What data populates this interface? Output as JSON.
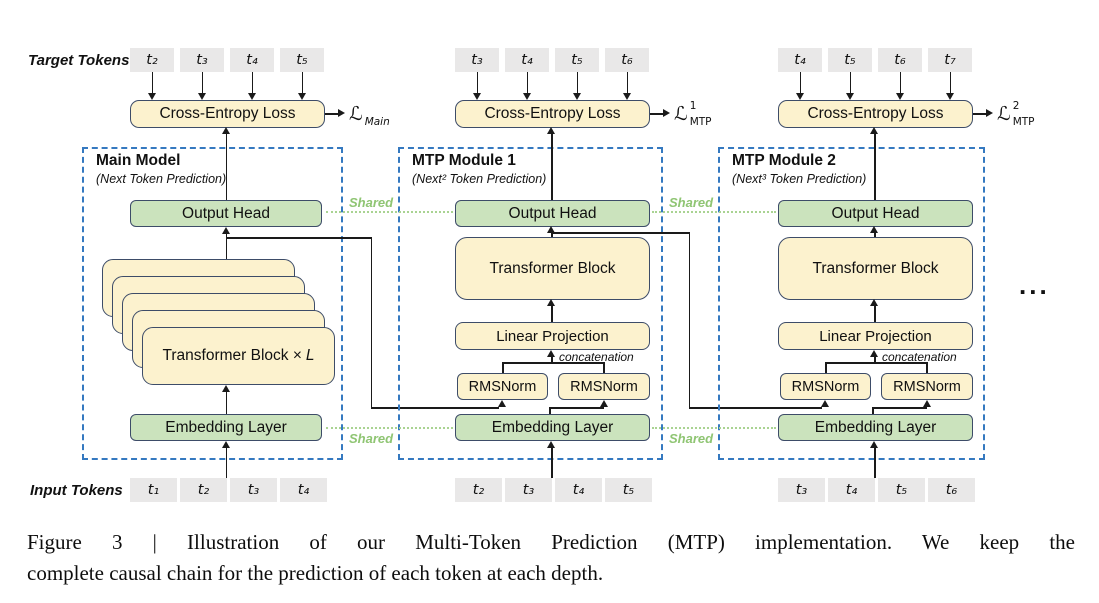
{
  "figure": {
    "target_tokens_label": "Target Tokens",
    "input_tokens_label": "Input Tokens",
    "shared_label": "Shared",
    "ellipsis": "...",
    "caption": {
      "line1": "Figure 3 | Illustration of our Multi-Token Prediction (MTP) implementation. We keep the",
      "line2": "complete causal chain for the prediction of each token at each depth."
    }
  },
  "colors": {
    "yellow": "#FCF2CE",
    "green": "#CBE3BD",
    "border": "#3D4C68",
    "gray": "#E9E8E8",
    "blue": "#3579C0",
    "shared": "#8FC573",
    "line": "#1A1A1A",
    "bg": "#FFFFFF"
  },
  "modules": [
    {
      "title": "Main Model",
      "subtitle": "(Next Token Prediction)",
      "target_tokens": [
        "t₂",
        "t₃",
        "t₄",
        "t₅"
      ],
      "input_tokens": [
        "t₁",
        "t₂",
        "t₃",
        "t₄"
      ],
      "cross_entropy_label": "Cross-Entropy Loss",
      "loss_symbol": "ℒ",
      "loss_sup": "",
      "loss_sub": "Main",
      "output_head_label": "Output Head",
      "transformer_stack_label": "Transformer Block ×",
      "transformer_stack_var": "L",
      "embedding_label": "Embedding Layer"
    },
    {
      "title": "MTP Module 1",
      "subtitle": "(Next² Token Prediction)",
      "target_tokens": [
        "t₃",
        "t₄",
        "t₅",
        "t₆"
      ],
      "input_tokens": [
        "t₂",
        "t₃",
        "t₄",
        "t₅"
      ],
      "cross_entropy_label": "Cross-Entropy Loss",
      "loss_symbol": "ℒ",
      "loss_sup": "1",
      "loss_sub": "MTP",
      "output_head_label": "Output Head",
      "transformer_block_label": "Transformer Block",
      "linear_projection_label": "Linear Projection",
      "concatenation_label": "concatenation",
      "rmsnorm_left_label": "RMSNorm",
      "rmsnorm_right_label": "RMSNorm",
      "embedding_label": "Embedding Layer"
    },
    {
      "title": "MTP Module 2",
      "subtitle": "(Next³ Token Prediction)",
      "target_tokens": [
        "t₄",
        "t₅",
        "t₆",
        "t₇"
      ],
      "input_tokens": [
        "t₃",
        "t₄",
        "t₅",
        "t₆"
      ],
      "cross_entropy_label": "Cross-Entropy Loss",
      "loss_symbol": "ℒ",
      "loss_sup": "2",
      "loss_sub": "MTP",
      "output_head_label": "Output Head",
      "transformer_block_label": "Transformer Block",
      "linear_projection_label": "Linear Projection",
      "concatenation_label": "concatenation",
      "rmsnorm_left_label": "RMSNorm",
      "rmsnorm_right_label": "RMSNorm",
      "embedding_label": "Embedding Layer"
    }
  ]
}
